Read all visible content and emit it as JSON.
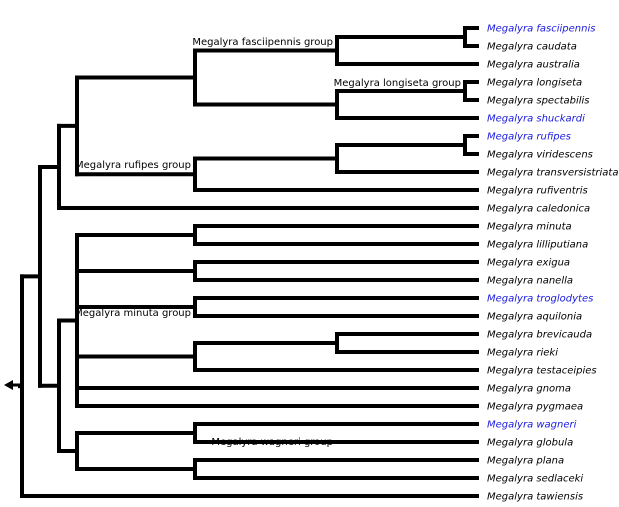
{
  "colors": {
    "line": "#000000",
    "text": "#000000",
    "link": "#1a1adf",
    "background": "#ffffff"
  },
  "root_arrow_icon": "arrow-left-icon",
  "groups": {
    "fasciipennis": "Megalyra fasciipennis group",
    "longiseta": "Megalyra longiseta group",
    "rufipes": "Megalyra rufipes group",
    "minuta": "Megalyra minuta group",
    "wagneri": "Megalyra wagneri group"
  },
  "taxa": [
    {
      "name": "Megalyra fasciipennis",
      "link": true
    },
    {
      "name": "Megalyra caudata",
      "link": false
    },
    {
      "name": "Megalyra australia",
      "link": false
    },
    {
      "name": "Megalyra longiseta",
      "link": false
    },
    {
      "name": "Megalyra spectabilis",
      "link": false
    },
    {
      "name": "Megalyra shuckardi",
      "link": true
    },
    {
      "name": "Megalyra rufipes",
      "link": true
    },
    {
      "name": "Megalyra viridescens",
      "link": false
    },
    {
      "name": "Megalyra transversistriata",
      "link": false
    },
    {
      "name": "Megalyra rufiventris",
      "link": false
    },
    {
      "name": "Megalyra caledonica",
      "link": false
    },
    {
      "name": "Megalyra minuta",
      "link": false
    },
    {
      "name": "Megalyra lilliputiana",
      "link": false
    },
    {
      "name": "Megalyra exigua",
      "link": false
    },
    {
      "name": "Megalyra nanella",
      "link": false
    },
    {
      "name": "Megalyra troglodytes",
      "link": true
    },
    {
      "name": "Megalyra aquilonia",
      "link": false
    },
    {
      "name": "Megalyra brevicauda",
      "link": false
    },
    {
      "name": "Megalyra rieki",
      "link": false
    },
    {
      "name": "Megalyra testaceipies",
      "link": false
    },
    {
      "name": "Megalyra gnoma",
      "link": false
    },
    {
      "name": "Megalyra pygmaea",
      "link": false
    },
    {
      "name": "Megalyra wagneri",
      "link": true
    },
    {
      "name": "Megalyra globula",
      "link": false
    },
    {
      "name": "Megalyra plana",
      "link": false
    },
    {
      "name": "Megalyra sedlaceki",
      "link": false
    },
    {
      "name": "Megalyra tawiensis",
      "link": false
    }
  ]
}
